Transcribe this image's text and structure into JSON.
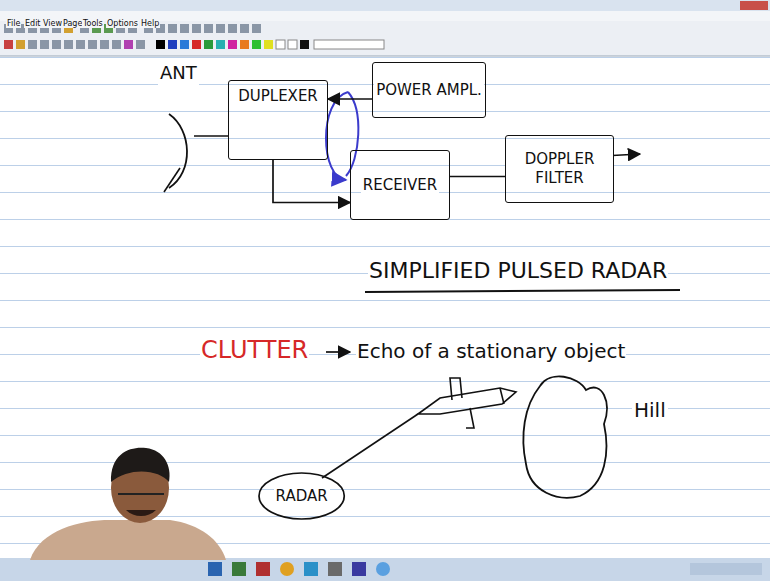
{
  "diagram": {
    "nodes": [
      {
        "text": [
          "ANT"
        ]
      },
      {
        "text": [
          "DUPLEXER"
        ]
      },
      {
        "text": [
          "POWER AMPL."
        ]
      },
      {
        "text": [
          "RECEIVER"
        ]
      },
      {
        "text": [
          "DOPPLER FILTER"
        ]
      },
      {
        "text": [
          "RADAR"
        ]
      },
      {
        "text": [
          "Hill"
        ]
      }
    ],
    "edges": [
      {
        "from": 0,
        "to": 1,
        "arrow": "none"
      },
      {
        "from": 2,
        "to": 1,
        "arrow": "to"
      },
      {
        "from": 1,
        "to": 3,
        "arrow": "to"
      },
      {
        "from": 3,
        "to": 4,
        "arrow": "none"
      }
    ],
    "labels": [
      "File",
      "Edit",
      "View",
      "Page",
      "Tools",
      "Options",
      "Help",
      "SIMPLIFIED PULSED RADAR",
      "CLUTTER",
      "Echo of a stationary object"
    ]
  }
}
